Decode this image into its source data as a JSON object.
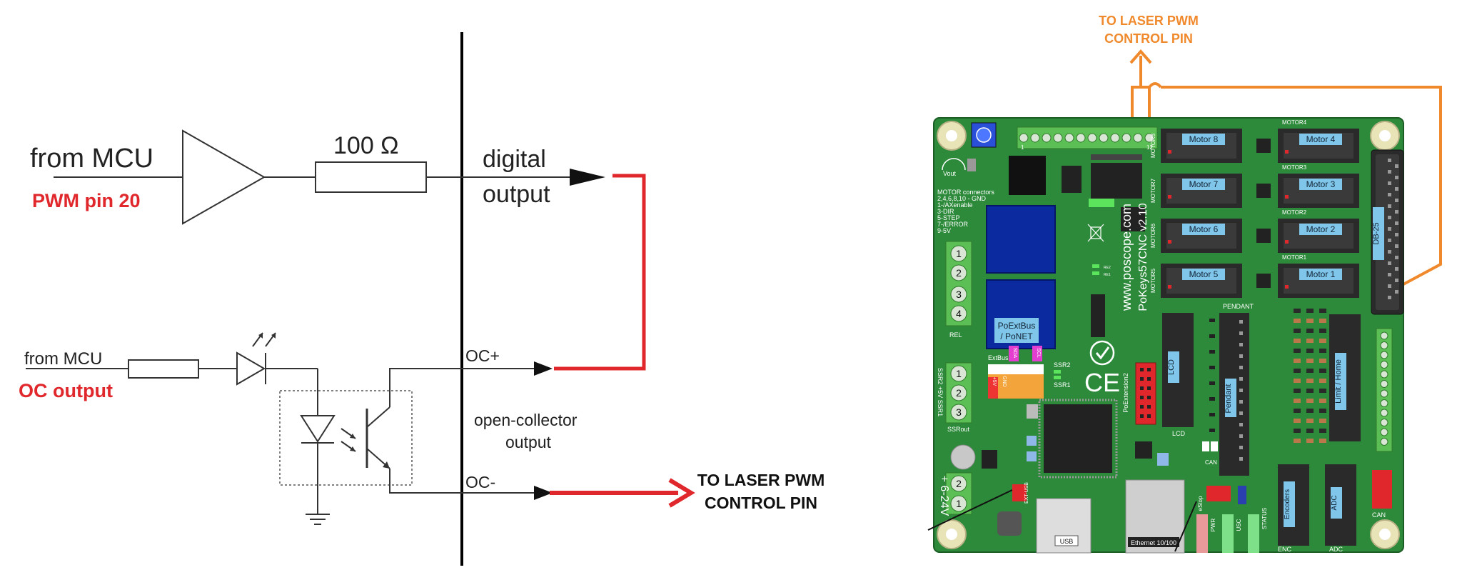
{
  "colors": {
    "red": "#e0282c",
    "orange": "#f0892c",
    "pcb_green": "#2c8a3a",
    "pcb_dark": "#1f6b2a",
    "chip_blue": "#0b2aa0",
    "label_blue": "#7fc6ea",
    "connector": "#2a2a2a"
  },
  "schematic": {
    "from_mcu_top": "from MCU",
    "pwm_pin": "PWM pin 20",
    "resistor": "100 Ω",
    "digital": "digital",
    "output": "output",
    "from_mcu_bottom": "from MCU",
    "oc_output": "OC output",
    "oc_plus": "OC+",
    "oc_minus": "OC-",
    "open_collector": "open-collector",
    "oc_sub": "output",
    "laser_line1": "TO LASER PWM",
    "laser_line2": "CONTROL PIN"
  },
  "board": {
    "laser_line1": "TO LASER PWM",
    "laser_line2": "CONTROL PIN",
    "motors_left": [
      "Motor 8",
      "Motor 7",
      "Motor 6",
      "Motor 5"
    ],
    "motors_right": [
      "Motor 4",
      "Motor 3",
      "Motor 2",
      "Motor 1"
    ],
    "motor_headers": [
      "MOTOR4",
      "MOTOR3",
      "MOTOR2",
      "MOTOR1"
    ],
    "motor_side": [
      "MOTOR8",
      "MOTOR7",
      "MOTOR6",
      "MOTOR5"
    ],
    "db25": "DB-25",
    "vout": "Vout",
    "motor_info": [
      "MOTOR connectors",
      "2,4,6,8,10 - GND",
      "1-/AXenable",
      "3-DIR",
      "5-STEP",
      "7-/ERROR",
      "9-5V"
    ],
    "website": "www.poscope.com",
    "model": "PoKeys57CNC v2.10",
    "poextbus": [
      "PoExtBus",
      "/ PoNET"
    ],
    "extbus": "ExtBus",
    "sda": "SDA",
    "scl": "SCL",
    "ssr2": "SSR2",
    "ssr1": "SSR1",
    "rel": "REL",
    "ssrout": "SSRout",
    "ssr_side": "SSR2 +5V SSR1",
    "pins_rel": [
      "1",
      "2",
      "3",
      "4"
    ],
    "pins_ssr": [
      "1",
      "2",
      "3"
    ],
    "pins_pwr": [
      "2",
      "1"
    ],
    "power": "+ 6-24V",
    "ext_usb": "EXT-USB",
    "usb": "USB",
    "ethernet": "Ethernet 10/100",
    "pendant_header": "PENDANT",
    "pendant": "Pendant",
    "lcd": "LCD",
    "lcd_bottom": "LCD",
    "limit_home": "Limit / Home",
    "encoders": "Encoders",
    "enc": "ENC",
    "adc": "ADC",
    "adc_bottom": "ADC",
    "can": "CAN",
    "can_small": "CAN",
    "poextension": "PoExtension2",
    "estop": "eStop",
    "pwr": "PWR",
    "usc": "USC",
    "status": "STATUS",
    "ce": "CE",
    "gnd": "GND",
    "plus5v": "+5V",
    "pin_1": "1",
    "pin_12": "12",
    "rel2": "RE2",
    "rel1": "RE1"
  }
}
